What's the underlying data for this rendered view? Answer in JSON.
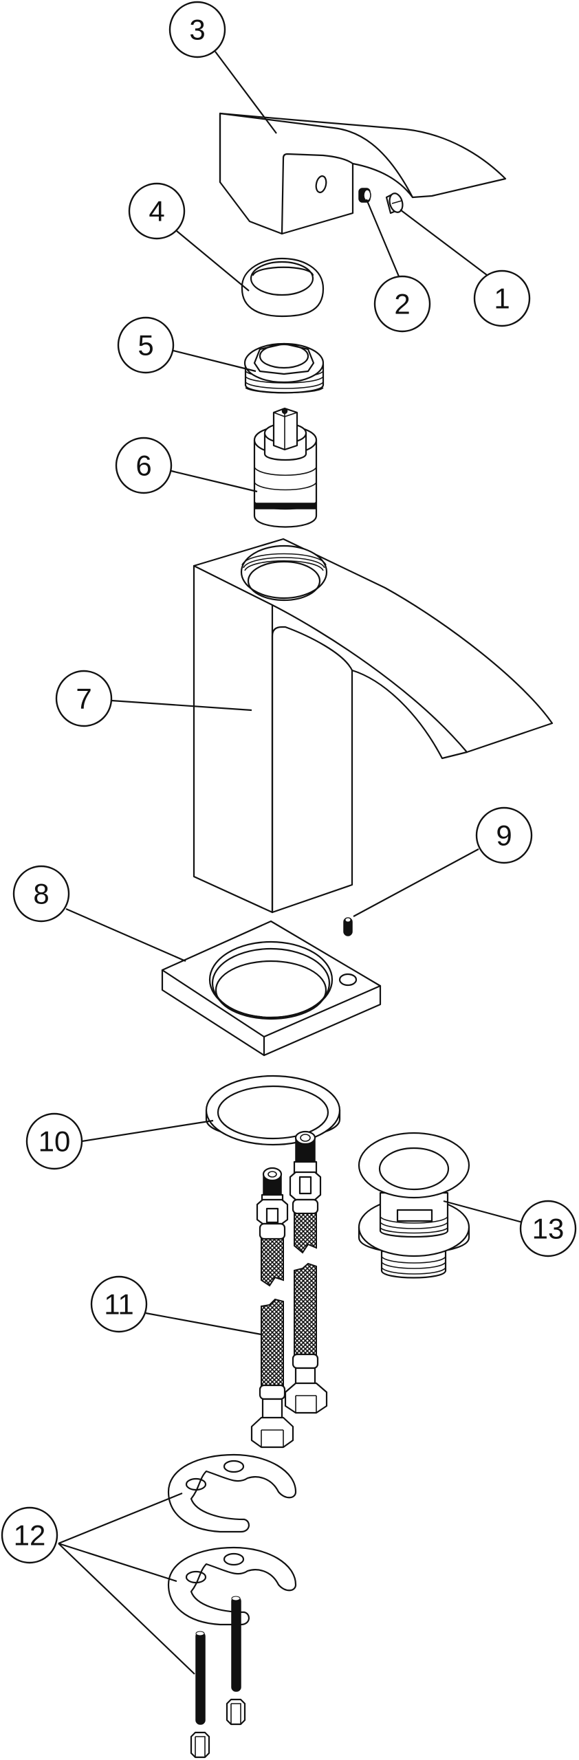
{
  "diagram": {
    "type": "exploded-parts-view",
    "subject": "single-lever basin mixer tap",
    "colors": {
      "line": "#111111",
      "background": "#ffffff"
    },
    "callouts": [
      {
        "id": "1",
        "label": "1",
        "part": "handle-screw-cap"
      },
      {
        "id": "2",
        "label": "2",
        "part": "grub-screw"
      },
      {
        "id": "3",
        "label": "3",
        "part": "lever-handle"
      },
      {
        "id": "4",
        "label": "4",
        "part": "shroud-cover"
      },
      {
        "id": "5",
        "label": "5",
        "part": "cartridge-retaining-nut"
      },
      {
        "id": "6",
        "label": "6",
        "part": "ceramic-cartridge"
      },
      {
        "id": "7",
        "label": "7",
        "part": "tap-body-spout"
      },
      {
        "id": "8",
        "label": "8",
        "part": "base-plate"
      },
      {
        "id": "9",
        "label": "9",
        "part": "base-grub-screw"
      },
      {
        "id": "10",
        "label": "10",
        "part": "base-seal-ring"
      },
      {
        "id": "11",
        "label": "11",
        "part": "flexible-tails"
      },
      {
        "id": "12",
        "label": "12",
        "part": "fixing-kit-washers-studs-nuts"
      },
      {
        "id": "13",
        "label": "13",
        "part": "basin-waste"
      }
    ]
  }
}
